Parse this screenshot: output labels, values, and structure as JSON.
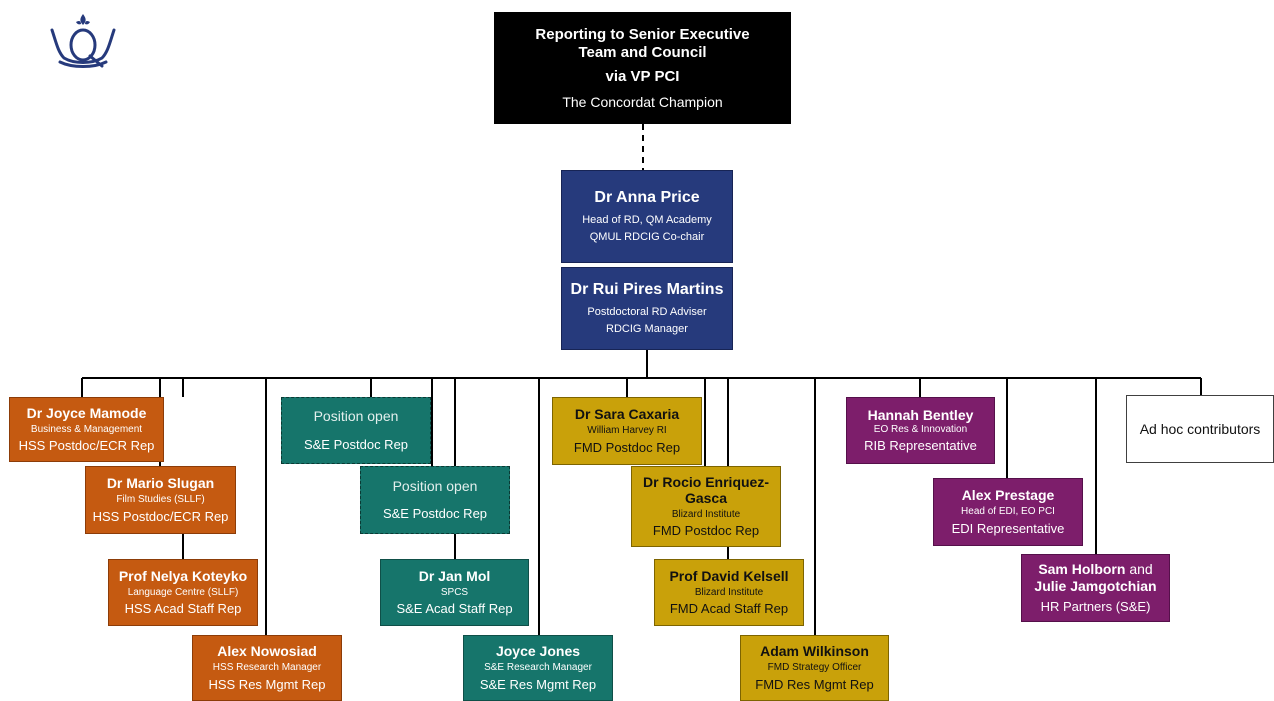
{
  "logo": {
    "name": "qmul-crest",
    "color": "#263a7c"
  },
  "top": {
    "title_line1": "Reporting to Senior Executive",
    "title_line2": "Team and Council",
    "title_line3": "via VP PCI",
    "subtitle": "The Concordat Champion"
  },
  "chairs": [
    {
      "name": "Dr Anna Price",
      "line1": "Head of RD, QM Academy",
      "line2": "QMUL RDCIG Co-chair"
    },
    {
      "name": "Dr Rui Pires Martins",
      "line1": "Postdoctoral RD Adviser",
      "line2": "RDCIG Manager"
    }
  ],
  "members": {
    "joyce_mamode": {
      "name": "Dr Joyce Mamode",
      "sub": "Business & Management",
      "role": "HSS Postdoc/ECR Rep"
    },
    "mario_slugan": {
      "name": "Dr  Mario Slugan",
      "sub": "Film Studies (SLLF)",
      "role": "HSS Postdoc/ECR Rep"
    },
    "nelya_koteyko": {
      "name": "Prof Nelya Koteyko",
      "sub": "Language Centre (SLLF)",
      "role": "HSS Acad Staff Rep"
    },
    "alex_nowosiad": {
      "name": "Alex Nowosiad",
      "sub": "HSS Research Manager",
      "role": "HSS Res Mgmt Rep"
    },
    "open1": {
      "name": "Position open",
      "role": "S&E Postdoc Rep"
    },
    "open2": {
      "name": "Position open",
      "role": "S&E Postdoc Rep"
    },
    "jan_mol": {
      "name": "Dr Jan Mol",
      "sub": "SPCS",
      "role": "S&E Acad Staff Rep"
    },
    "joyce_jones": {
      "name": "Joyce Jones",
      "sub": "S&E Research Manager",
      "role": "S&E Res Mgmt Rep"
    },
    "sara_caxaria": {
      "name": "Dr  Sara Caxaria",
      "sub": "William Harvey RI",
      "role": "FMD Postdoc Rep"
    },
    "rocio": {
      "name_line1": "Dr Rocio Enriquez-",
      "name_line2": "Gasca",
      "sub": "Blizard Institute",
      "role": "FMD Postdoc Rep"
    },
    "david_kelsell": {
      "name": "Prof David Kelsell",
      "sub": "Blizard Institute",
      "role": "FMD Acad Staff Rep"
    },
    "adam_wilkinson": {
      "name": "Adam Wilkinson",
      "sub": "FMD Strategy Officer",
      "role": "FMD Res Mgmt Rep"
    },
    "hannah_bentley": {
      "name": "Hannah Bentley",
      "sub": "EO Res & Innovation",
      "role": "RIB Representative"
    },
    "alex_prestage": {
      "name": "Alex Prestage",
      "sub": "Head of EDI, EO PCI",
      "role": "EDI Representative"
    },
    "hr": {
      "name_bold1": "Sam Holborn",
      "name_mid": " and",
      "name_bold2": "Julie Jamgotchian",
      "role": "HR Partners (S&E)"
    },
    "adhoc": {
      "label": "Ad hoc contributors"
    }
  },
  "colors": {
    "hss": "#c55a11",
    "se": "#16756b",
    "fmd": "#c9a10a",
    "prof_services": "#7d1e6b",
    "leadership": "#263a7c",
    "top": "#000000"
  }
}
